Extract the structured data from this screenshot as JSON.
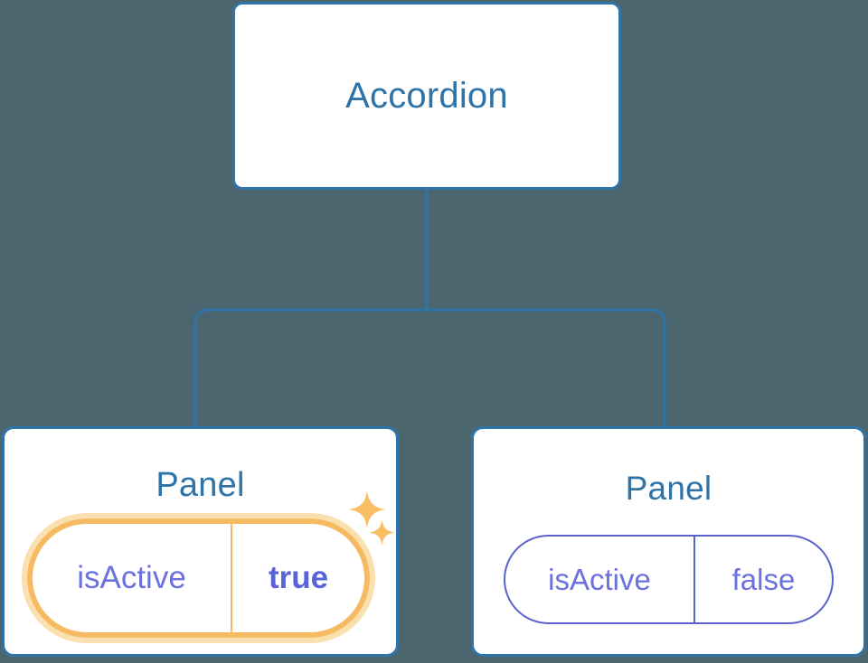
{
  "diagram": {
    "title_text": "Accordion",
    "background_color": "#4C6670",
    "node_border_color": "#2E74A8",
    "node_title_color": "#2E74A8",
    "edge_color": "#2E74A8",
    "highlight_color": "#F6BB62",
    "highlight_glow_color": "#FBE0AF",
    "value_color": "#5A63D8",
    "key_color": "#6B72DE"
  },
  "root": {
    "label": "Accordion"
  },
  "children": [
    {
      "label": "Panel",
      "highlighted": true,
      "prop": {
        "key": "isActive",
        "value": "true"
      },
      "sparkles": {
        "large_icon": "sparkle-four-point-star",
        "small_icon": "sparkle-four-point-star-small"
      }
    },
    {
      "label": "Panel",
      "highlighted": false,
      "prop": {
        "key": "isActive",
        "value": "false"
      }
    }
  ]
}
